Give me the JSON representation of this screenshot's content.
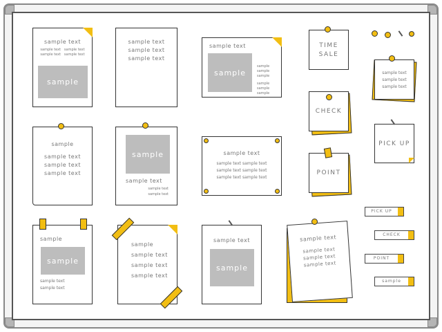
{
  "accent": "#f2be13",
  "n1": {
    "title": "sample text",
    "small": [
      "sample text",
      "sample text",
      "sample text",
      "sample text"
    ],
    "img": "sample"
  },
  "n2": {
    "lines": [
      "sample text",
      "sample text",
      "sample text"
    ]
  },
  "n3": {
    "title": "sample text",
    "img": "sample",
    "small": [
      "sample",
      "sample",
      "sample",
      "sample",
      "sample",
      "sample"
    ]
  },
  "n4": {
    "lines": [
      "TIME",
      "SALE"
    ]
  },
  "n6": {
    "lines": [
      "sample text",
      "sample text",
      "sample text"
    ]
  },
  "n7": {
    "label": "CHECK"
  },
  "n8": {
    "label": "PICK UP"
  },
  "n9": {
    "label": "POINT"
  },
  "n10": {
    "title": "sample",
    "lines": [
      "sample text",
      "sample text",
      "sample text"
    ]
  },
  "n11": {
    "img": "sample",
    "title": "sample text",
    "small": [
      "sample text",
      "sample text"
    ]
  },
  "n12": {
    "title": "sample text",
    "small": [
      "sample text sample text",
      "sample text sample text",
      "sample text sample text"
    ]
  },
  "n13": {
    "title": "sample",
    "img": "sample",
    "small": [
      "sample text",
      "sample text"
    ]
  },
  "n14": {
    "title": "sample",
    "lines": [
      "sample text",
      "sample text",
      "sample text"
    ]
  },
  "n15": {
    "title": "sample text",
    "img": "sample"
  },
  "n16": {
    "title": "sample text",
    "lines": [
      "sample text",
      "sample text",
      "sample text"
    ]
  },
  "labels": [
    "PICK UP",
    "CHECK",
    "POINT",
    "sample"
  ]
}
